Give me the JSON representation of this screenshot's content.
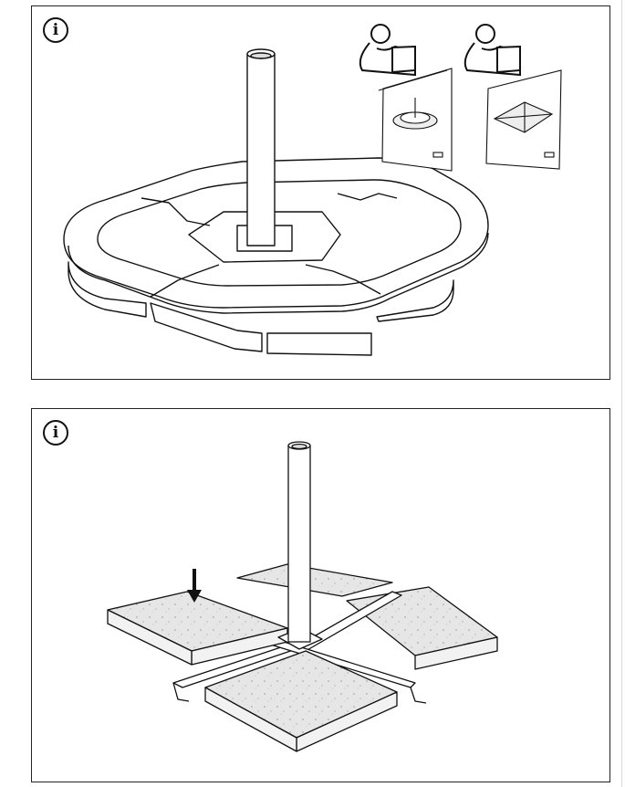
{
  "document": {
    "panels": [
      {
        "id": "top",
        "info_icon": "info-icon",
        "illustration": "umbrella-base-with-fillable-plastic-weights",
        "booklets": [
          {
            "icon": "reading-person-icon",
            "cover": "booklet-plastic-weight-base"
          },
          {
            "icon": "reading-person-icon",
            "cover": "booklet-triangular-weight-base"
          }
        ]
      },
      {
        "id": "bottom",
        "info_icon": "info-icon",
        "illustration": "cross-base-with-concrete-slabs",
        "arrow": "down-arrow-icon"
      }
    ],
    "info_glyph": "i",
    "colors": {
      "line": "#111111",
      "concrete": "#e6e6e6",
      "concrete_speck": "#9a9a9a",
      "panel_border": "#222222"
    }
  }
}
